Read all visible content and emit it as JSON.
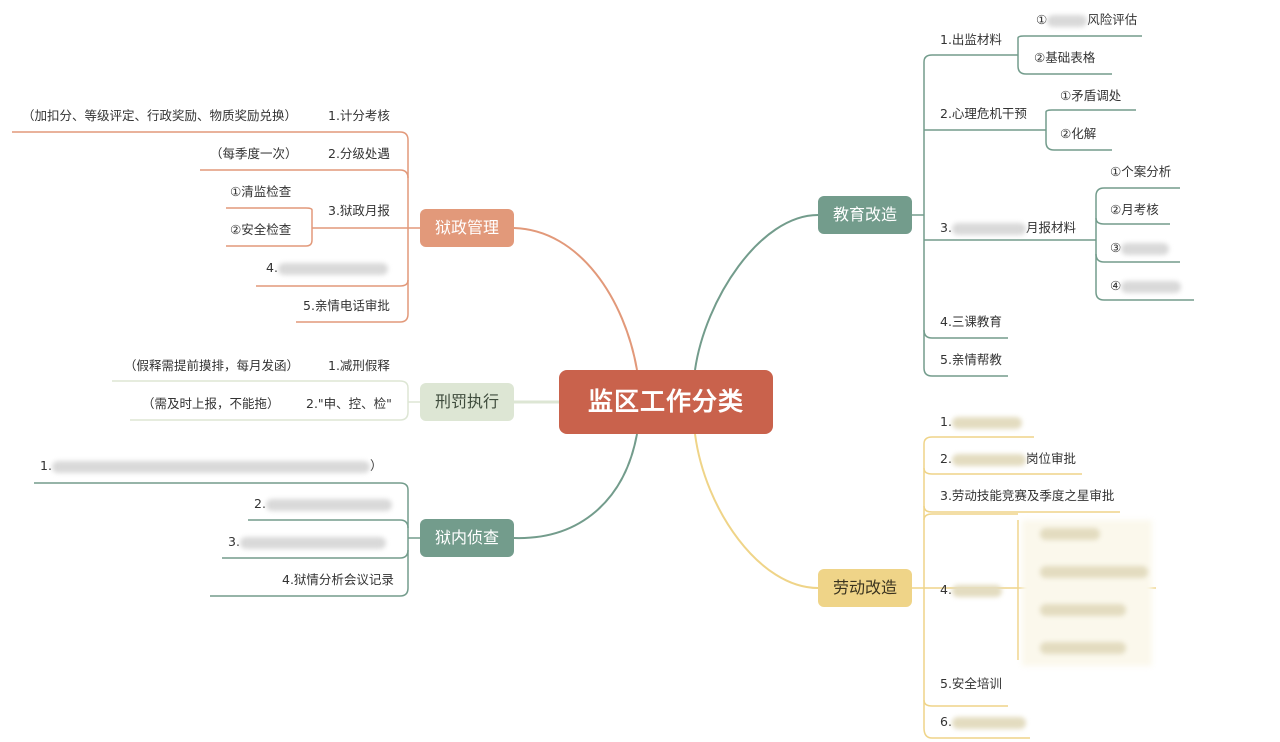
{
  "center": {
    "title": "监区工作分类"
  },
  "branches": {
    "prison_admin": {
      "label": "狱政管理",
      "color": "#e2997a",
      "items": {
        "i1": {
          "label": "1.计分考核",
          "note": "（加扣分、等级评定、行政奖励、物质奖励兑换）"
        },
        "i2": {
          "label": "2.分级处遇",
          "note": "（每季度一次）"
        },
        "i3": {
          "label": "3.狱政月报",
          "sub1": "①清监检查",
          "sub2": "②安全检查"
        },
        "i4": {
          "label": "4."
        },
        "i5": {
          "label": "5.亲情电话审批"
        }
      }
    },
    "penalty": {
      "label": "刑罚执行",
      "color": "#dde6d4",
      "text_color": "#3e4b3c",
      "items": {
        "i1": {
          "label": "1.减刑假释",
          "note": "（假释需提前摸排，每月发函）"
        },
        "i2": {
          "label": "2.\"申、控、检\"",
          "note": "（需及时上报，不能拖）"
        }
      }
    },
    "investigation": {
      "label": "狱内侦查",
      "color": "#739c8c",
      "items": {
        "i1": {
          "label": "1.",
          "tail": "）"
        },
        "i2": {
          "label": "2."
        },
        "i3": {
          "label": "3."
        },
        "i4": {
          "label": "4.狱情分析会议记录"
        }
      }
    },
    "education": {
      "label": "教育改造",
      "color": "#739c8c",
      "items": {
        "i1": {
          "label": "1.出监材料",
          "sub1": "①",
          "sub1_tail": "风险评估",
          "sub2": "②基础表格"
        },
        "i2": {
          "label": "2.心理危机干预",
          "sub1": "①矛盾调处",
          "sub2": "②化解"
        },
        "i3": {
          "label": "3.",
          "tail": "月报材料",
          "sub1": "①个案分析",
          "sub2": "②月考核",
          "sub3": "③",
          "sub4": "④"
        },
        "i4": {
          "label": "4.三课教育"
        },
        "i5": {
          "label": "5.亲情帮教"
        }
      }
    },
    "labor": {
      "label": "劳动改造",
      "color": "#efd488",
      "text_color": "#3b3420",
      "items": {
        "i1": {
          "label": "1."
        },
        "i2": {
          "label": "2.",
          "tail": "岗位审批"
        },
        "i3": {
          "label": "3.劳动技能竞赛及季度之星审批"
        },
        "i4": {
          "label": "4."
        },
        "i5": {
          "label": "5.安全培训"
        },
        "i6": {
          "label": "6."
        }
      }
    }
  }
}
